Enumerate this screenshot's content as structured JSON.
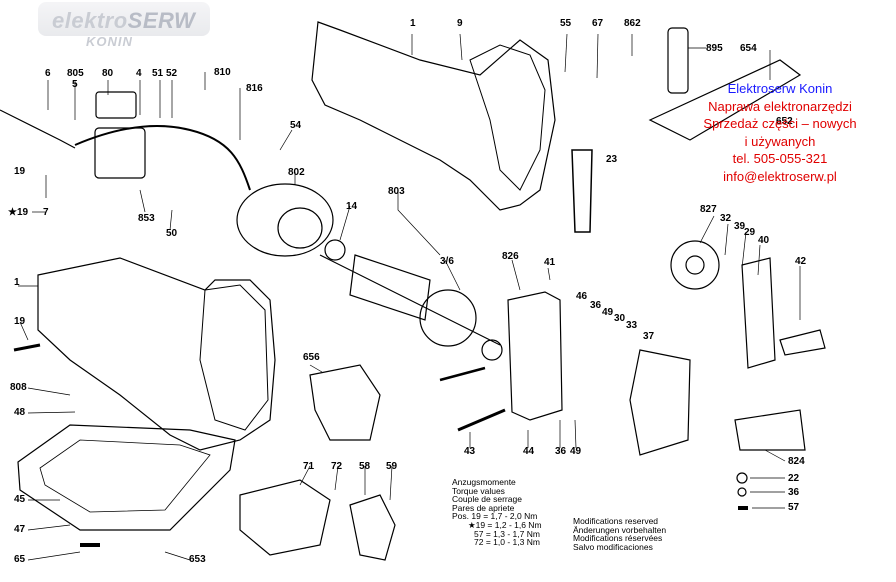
{
  "logo": {
    "text_a": "elektro",
    "text_b": "SERW",
    "sub": "KONIN"
  },
  "ad": {
    "title": "Elektroserw Konin",
    "line1": "Naprawa elektronarzędzi",
    "line2": "Sprzedaż części – nowych",
    "line3": "i używanych",
    "phone": "tel. 505-055-321",
    "email": "info@elektroserw.pl"
  },
  "torque": {
    "lines": [
      "Anzugsmomente",
      "Torque values",
      "Couple de serrage",
      "Pares de apriete"
    ],
    "pos_label": "Pos.",
    "rows": [
      "19 = 1,7 - 2,0 Nm",
      "★19 = 1,2 - 1,6 Nm",
      "57 = 1,3 - 1,7 Nm",
      "72 = 1,0 - 1,3 Nm"
    ]
  },
  "modifications": [
    "Modifications reserved",
    "Änderungen vorbehalten",
    "Modifications réservées",
    "Salvo modificaciones"
  ],
  "callouts": {
    "c1a": "1",
    "c9": "9",
    "c55": "55",
    "c67": "67",
    "c862": "862",
    "c895": "895",
    "c654": "654",
    "c652": "652",
    "c23": "23",
    "c6": "6",
    "c805": "805",
    "c5": "5",
    "c80": "80",
    "c4": "4",
    "c51": "51",
    "c52": "52",
    "c810": "810",
    "c816": "816",
    "c54": "54",
    "c19a": "19",
    "c19s": "★19",
    "c7": "7",
    "c853": "853",
    "c50": "50",
    "c802": "802",
    "c803": "803",
    "c14": "14",
    "c3_6": "3/6",
    "c826": "826",
    "c41": "41",
    "c46": "46",
    "c36a": "36",
    "c49a": "49",
    "c30": "30",
    "c33": "33",
    "c37": "37",
    "c827": "827",
    "c32": "32",
    "c39": "39",
    "c29": "29",
    "c40": "40",
    "c42": "42",
    "c1b": "1",
    "c19b": "19",
    "c808": "808",
    "c48": "48",
    "c45": "45",
    "c47": "47",
    "c65": "65",
    "c653": "653",
    "c656": "656",
    "c43": "43",
    "c44": "44",
    "c36b": "36",
    "c49b": "49",
    "c71": "71",
    "c72": "72",
    "c58": "58",
    "c59": "59",
    "c824": "824",
    "c22": "22",
    "c36c": "36",
    "c57": "57"
  }
}
